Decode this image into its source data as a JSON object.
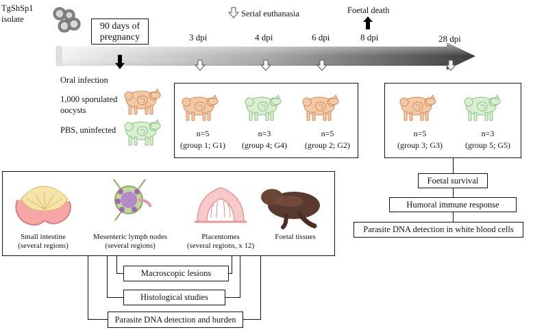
{
  "isolate": {
    "line1": "TgShSp1",
    "line2": "isolate"
  },
  "pregnancy_box": {
    "line1": "90 days of",
    "line2": "pregnancy"
  },
  "serial_euthanasia": "Serial euthanasia",
  "foetal_death": "Foetal death",
  "timeline": {
    "dpi": [
      "3 dpi",
      "4 dpi",
      "6 dpi",
      "8 dpi",
      "28 dpi"
    ]
  },
  "infection": {
    "oral": "Oral infection",
    "oocysts_l1": "1,000 sporulated",
    "oocysts_l2": "oocysts",
    "pbs": "PBS, uninfected"
  },
  "groups": [
    {
      "n": "n=5",
      "label": "(group 1; G1)",
      "status": "infected"
    },
    {
      "n": "n=3",
      "label": "(group 4; G4)",
      "status": "uninfected"
    },
    {
      "n": "n=5",
      "label": "(group 2; G2)",
      "status": "infected"
    },
    {
      "n": "n=5",
      "label": "(group 3; G3)",
      "status": "infected"
    },
    {
      "n": "n=3",
      "label": "(group 5; G5)",
      "status": "uninfected"
    }
  ],
  "tissues": [
    {
      "l1": "Small intestine",
      "l2": "(several regions)",
      "icon": "small-intestine-icon"
    },
    {
      "l1": "Mesenteric lymph nodes",
      "l2": "(several regions)",
      "icon": "lymph-node-icon"
    },
    {
      "l1": "Placentomes",
      "l2": "(several regions, x 12)",
      "icon": "placentome-icon"
    },
    {
      "l1": "Foetal tissues",
      "l2": "",
      "icon": "foetus-icon"
    }
  ],
  "analyses": {
    "macroscopic": "Macroscopic lesions",
    "histological": "Histological studies",
    "parasite_burden": "Parasite DNA detection and burden"
  },
  "outcomes": {
    "foetal_survival": "Foetal survival",
    "humoral": "Humoral immune response",
    "wbc": "Parasite DNA detection in white blood cells"
  },
  "colors": {
    "infected_fill": "#f2c9a6",
    "infected_stroke": "#d4895a",
    "uninfected_fill": "#d9efd2",
    "uninfected_stroke": "#8cbf84",
    "arrow_dark": "#3a3a3a",
    "arrow_light": "#f0f0f0"
  }
}
